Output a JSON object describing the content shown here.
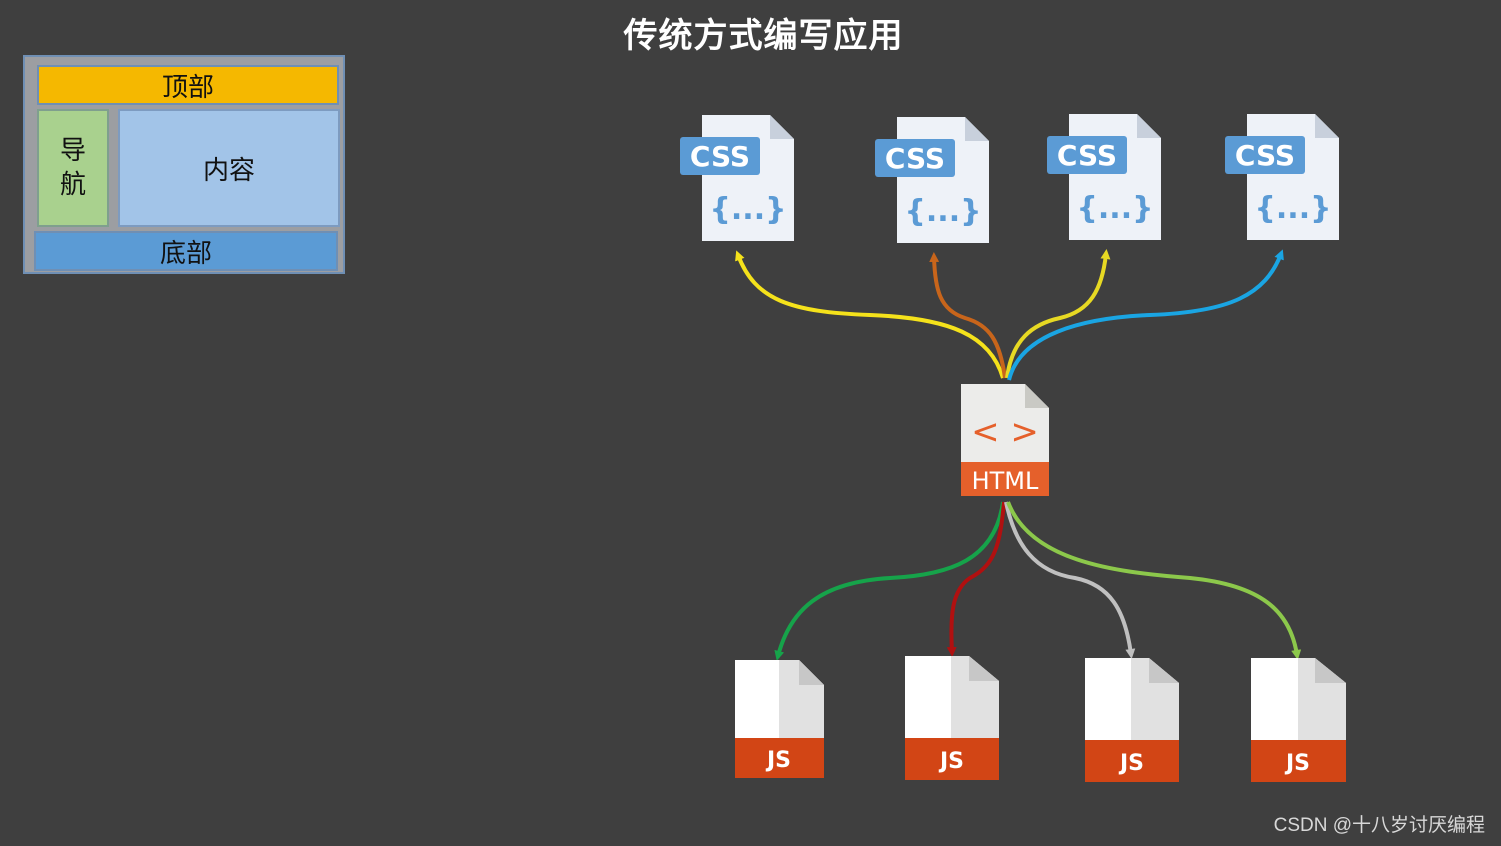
{
  "title": "传统方式编写应用",
  "layout_box": {
    "top": "顶部",
    "nav_line1": "导",
    "nav_line2": "航",
    "content": "内容",
    "bottom": "底部"
  },
  "css_files": [
    {
      "label": "CSS",
      "braces": "{...}"
    },
    {
      "label": "CSS",
      "braces": "{...}"
    },
    {
      "label": "CSS",
      "braces": "{...}"
    },
    {
      "label": "CSS",
      "braces": "{...}"
    }
  ],
  "html_file": {
    "label": "HTML",
    "glyph": "< >"
  },
  "js_files": [
    {
      "label": "JS"
    },
    {
      "label": "JS"
    },
    {
      "label": "JS"
    },
    {
      "label": "JS"
    }
  ],
  "arrow_colors": {
    "css": [
      "#f5e21b",
      "#c8651b",
      "#e7d923",
      "#1aa5e3"
    ],
    "js": [
      "#16a34a",
      "#b01010",
      "#c0c0c0",
      "#8cc84b"
    ]
  },
  "watermark": "CSDN @十八岁讨厌编程"
}
